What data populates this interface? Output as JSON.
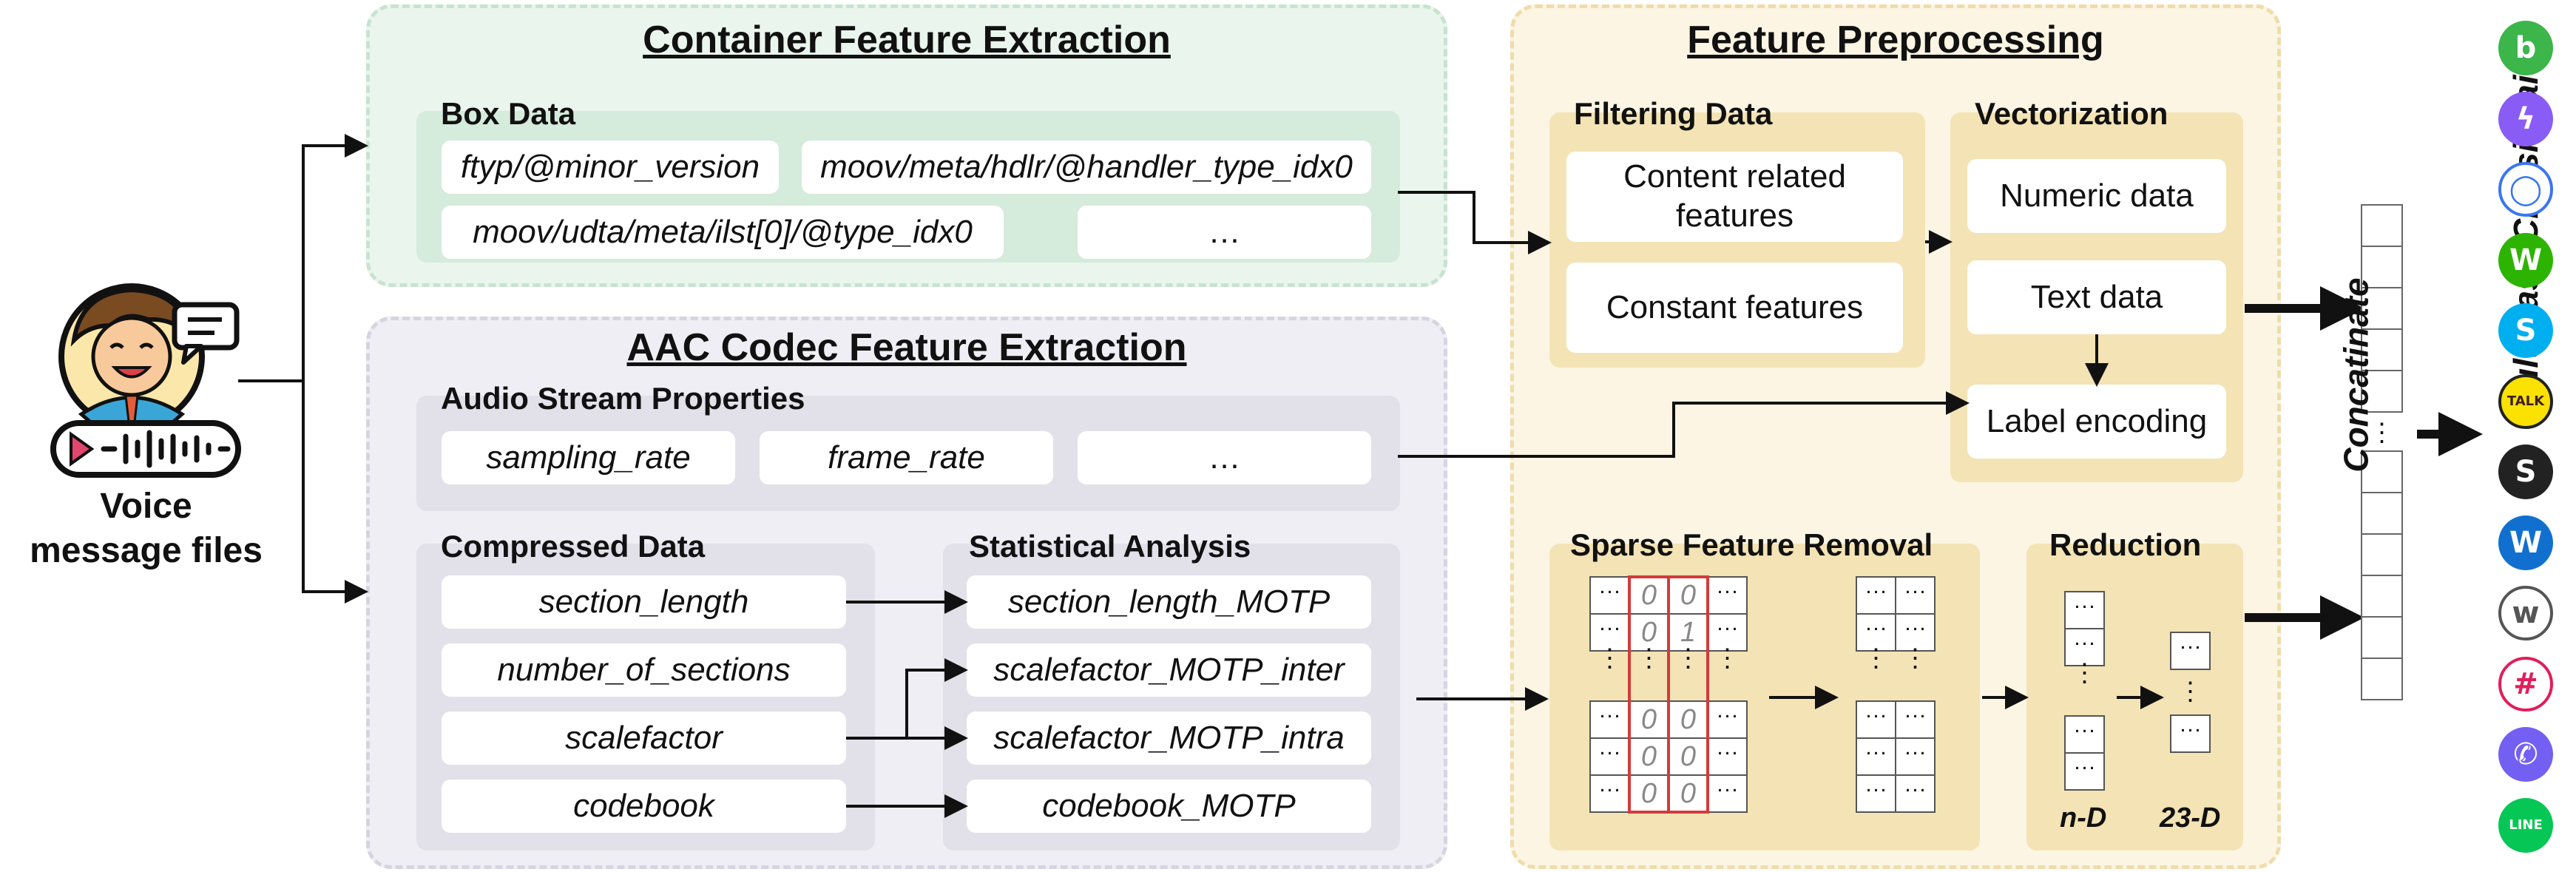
{
  "input": {
    "label_line1": "Voice",
    "label_line2": "message files"
  },
  "container": {
    "title": "Container Feature Extraction",
    "box_data": {
      "label": "Box Data",
      "items": [
        "ftyp/@minor_version",
        "moov/meta/hdlr/@handler_type_idx0",
        "moov/udta/meta/ilst[0]/@type_idx0",
        "…"
      ]
    }
  },
  "aac": {
    "title": "AAC Codec Feature Extraction",
    "audio_stream": {
      "label": "Audio Stream Properties",
      "items": [
        "sampling_rate",
        "frame_rate",
        "…"
      ]
    },
    "compressed": {
      "label": "Compressed Data",
      "items": [
        "section_length",
        "number_of_sections",
        "scalefactor",
        "codebook"
      ]
    },
    "statistical": {
      "label": "Statistical Analysis",
      "items": [
        "section_length_MOTP",
        "scalefactor_MOTP_inter",
        "scalefactor_MOTP_intra",
        "codebook_MOTP"
      ]
    }
  },
  "preprocessing": {
    "title": "Feature Preprocessing",
    "filtering": {
      "label": "Filtering Data",
      "items": [
        "Content related features",
        "Constant features"
      ]
    },
    "vectorization": {
      "label": "Vectorization",
      "items": [
        "Numeric data",
        "Text data",
        "Label encoding"
      ]
    },
    "sparse": {
      "label": "Sparse Feature Removal",
      "ellipsis": "···",
      "vdots": "⋮",
      "col2_values": [
        "0",
        "0",
        "0",
        "0",
        "0"
      ],
      "col3_values": [
        "0",
        "1",
        "0",
        "0",
        "0"
      ]
    },
    "reduction": {
      "label": "Reduction",
      "from_dim": "n-D",
      "to_dim": "23-D",
      "ellipsis": "···",
      "vdots": "⋮"
    }
  },
  "concat": {
    "label": "Concatinate",
    "vdots": "⋮"
  },
  "classification": {
    "label": "Multiclass Classificaiton",
    "apps": [
      {
        "icon": "bip-icon",
        "glyph": "b",
        "color": "#3cb54a"
      },
      {
        "icon": "messenger-icon",
        "glyph": "ϟ",
        "color": "#8a5cf6"
      },
      {
        "icon": "signal-icon",
        "glyph": "◯",
        "color": "#3a76f0"
      },
      {
        "icon": "naver-line-works-icon",
        "glyph": "W",
        "color": "#2db400"
      },
      {
        "icon": "skype-icon",
        "glyph": "S",
        "color": "#00aff0"
      },
      {
        "icon": "kakaotalk-icon",
        "glyph": "TALK",
        "color": "#fae100"
      },
      {
        "icon": "lettergram-icon",
        "glyph": "S",
        "color": "#222222"
      },
      {
        "icon": "webex-icon",
        "glyph": "W",
        "color": "#1170cf"
      },
      {
        "icon": "wire-icon",
        "glyph": "w",
        "color": "#555555"
      },
      {
        "icon": "slack-icon",
        "glyph": "#",
        "color": "#e01e5a"
      },
      {
        "icon": "viber-icon",
        "glyph": "✆",
        "color": "#7360f2"
      },
      {
        "icon": "line-icon",
        "glyph": "LINE",
        "color": "#06c755"
      }
    ]
  }
}
